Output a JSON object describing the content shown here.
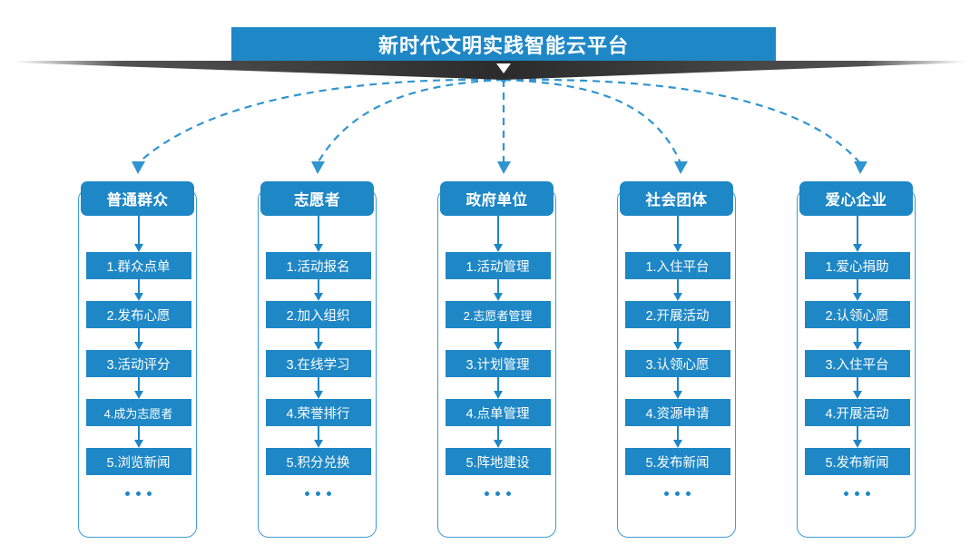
{
  "title": {
    "text": "新时代文明实践智能云平台"
  },
  "colors": {
    "primary_blue": "#1e87c6",
    "frame_border": "#3e9cd1",
    "shadow_dark": "#333333",
    "text_white": "#ffffff"
  },
  "ellipsis": "• • •",
  "columns": [
    {
      "header": "普通群众",
      "items": [
        "1.群众点单",
        "2.发布心愿",
        "3.活动评分",
        "4.成为志愿者",
        "5.浏览新闻"
      ]
    },
    {
      "header": "志愿者",
      "items": [
        "1.活动报名",
        "2.加入组织",
        "3.在线学习",
        "4.荣誉排行",
        "5.积分兑换"
      ]
    },
    {
      "header": "政府单位",
      "items": [
        "1.活动管理",
        "2.志愿者管理",
        "3.计划管理",
        "4.点单管理",
        "5.阵地建设"
      ]
    },
    {
      "header": "社会团体",
      "items": [
        "1.入住平台",
        "2.开展活动",
        "3.认领心愿",
        "4.资源申请",
        "5.发布新闻"
      ]
    },
    {
      "header": "爱心企业",
      "items": [
        "1.爱心捐助",
        "2.认领心愿",
        "3.入住平台",
        "4.开展活动",
        "5.发布新闻"
      ]
    }
  ]
}
